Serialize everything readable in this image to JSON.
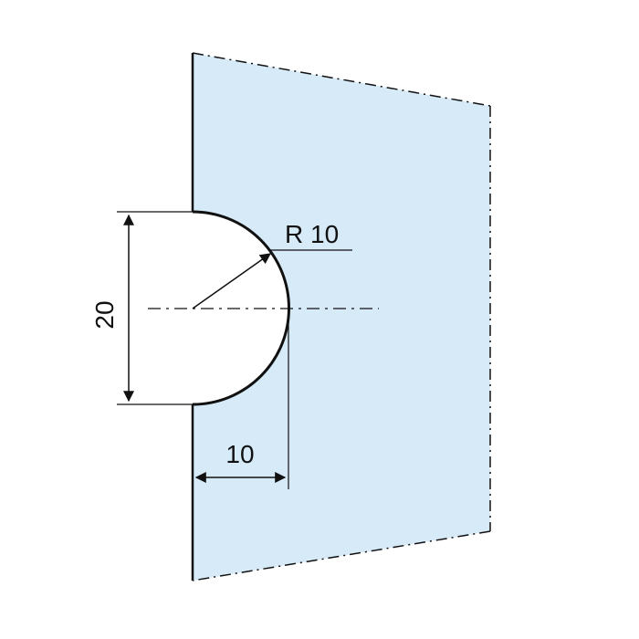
{
  "diagram": {
    "radius_label": "R 10",
    "height_label": "20",
    "depth_label": "10",
    "colors": {
      "panel_fill": "#d6eaf8",
      "line": "#111111"
    }
  }
}
